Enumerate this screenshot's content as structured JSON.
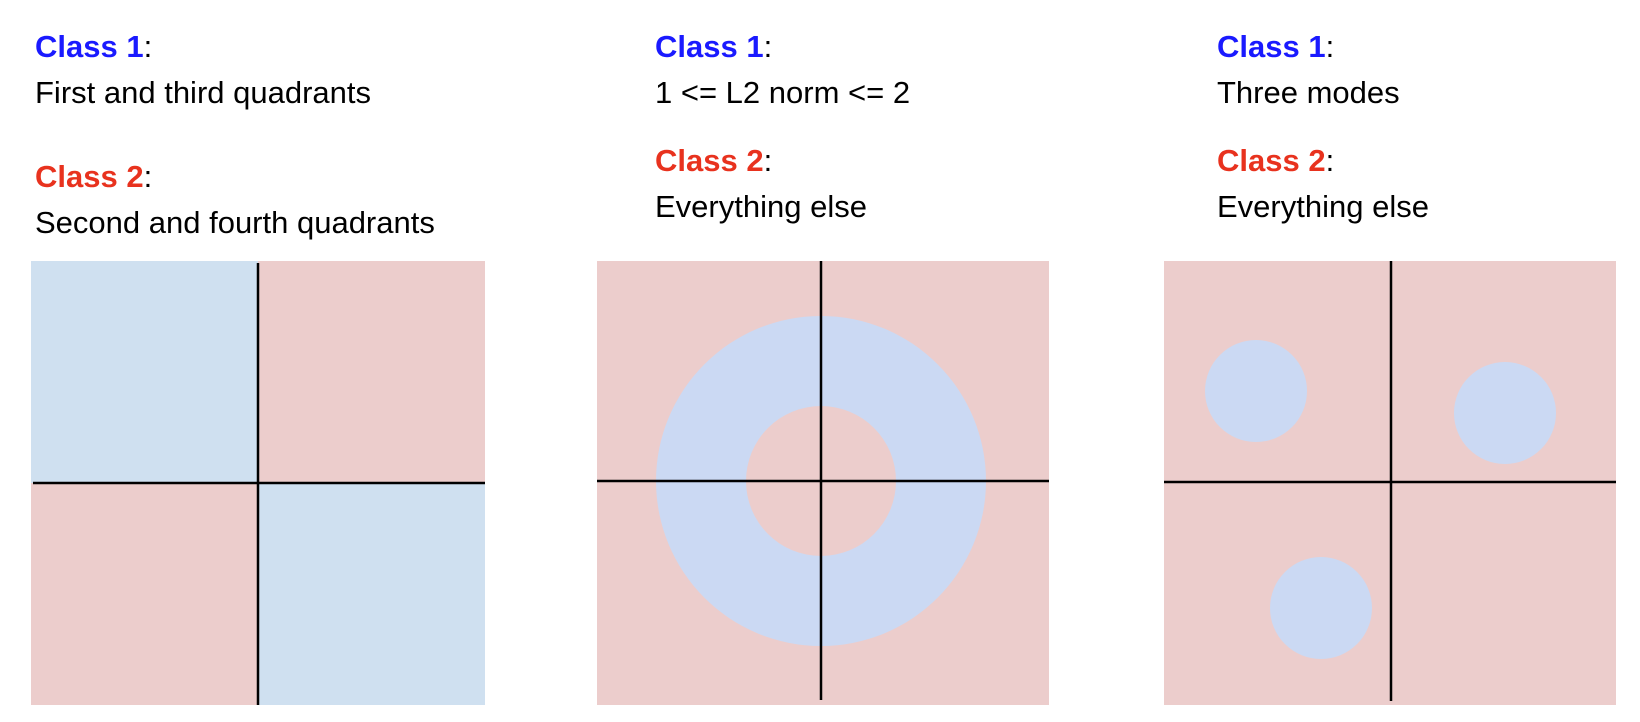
{
  "colors": {
    "class1_text": "#1a1aff",
    "class2_text": "#e8321e",
    "class1_fill": "#cfe0f0",
    "class1_fill_alt": "#cbd9f3",
    "class2_fill": "#eccdcc",
    "axis": "#000000"
  },
  "panels": [
    {
      "class1_label": "Class 1",
      "class1_colon": ":",
      "class1_desc": "First and third quadrants",
      "class2_label": "Class 2",
      "class2_colon": ":",
      "class2_desc": "Second and fourth quadrants"
    },
    {
      "class1_label": "Class 1",
      "class1_colon": ":",
      "class1_desc": "1 <= L2 norm <= 2",
      "class2_label": "Class 2",
      "class2_colon": ":",
      "class2_desc": "Everything else"
    },
    {
      "class1_label": "Class 1",
      "class1_colon": ":",
      "class1_desc": "Three modes",
      "class2_label": "Class 2",
      "class2_colon": ":",
      "class2_desc": "Everything else"
    }
  ]
}
